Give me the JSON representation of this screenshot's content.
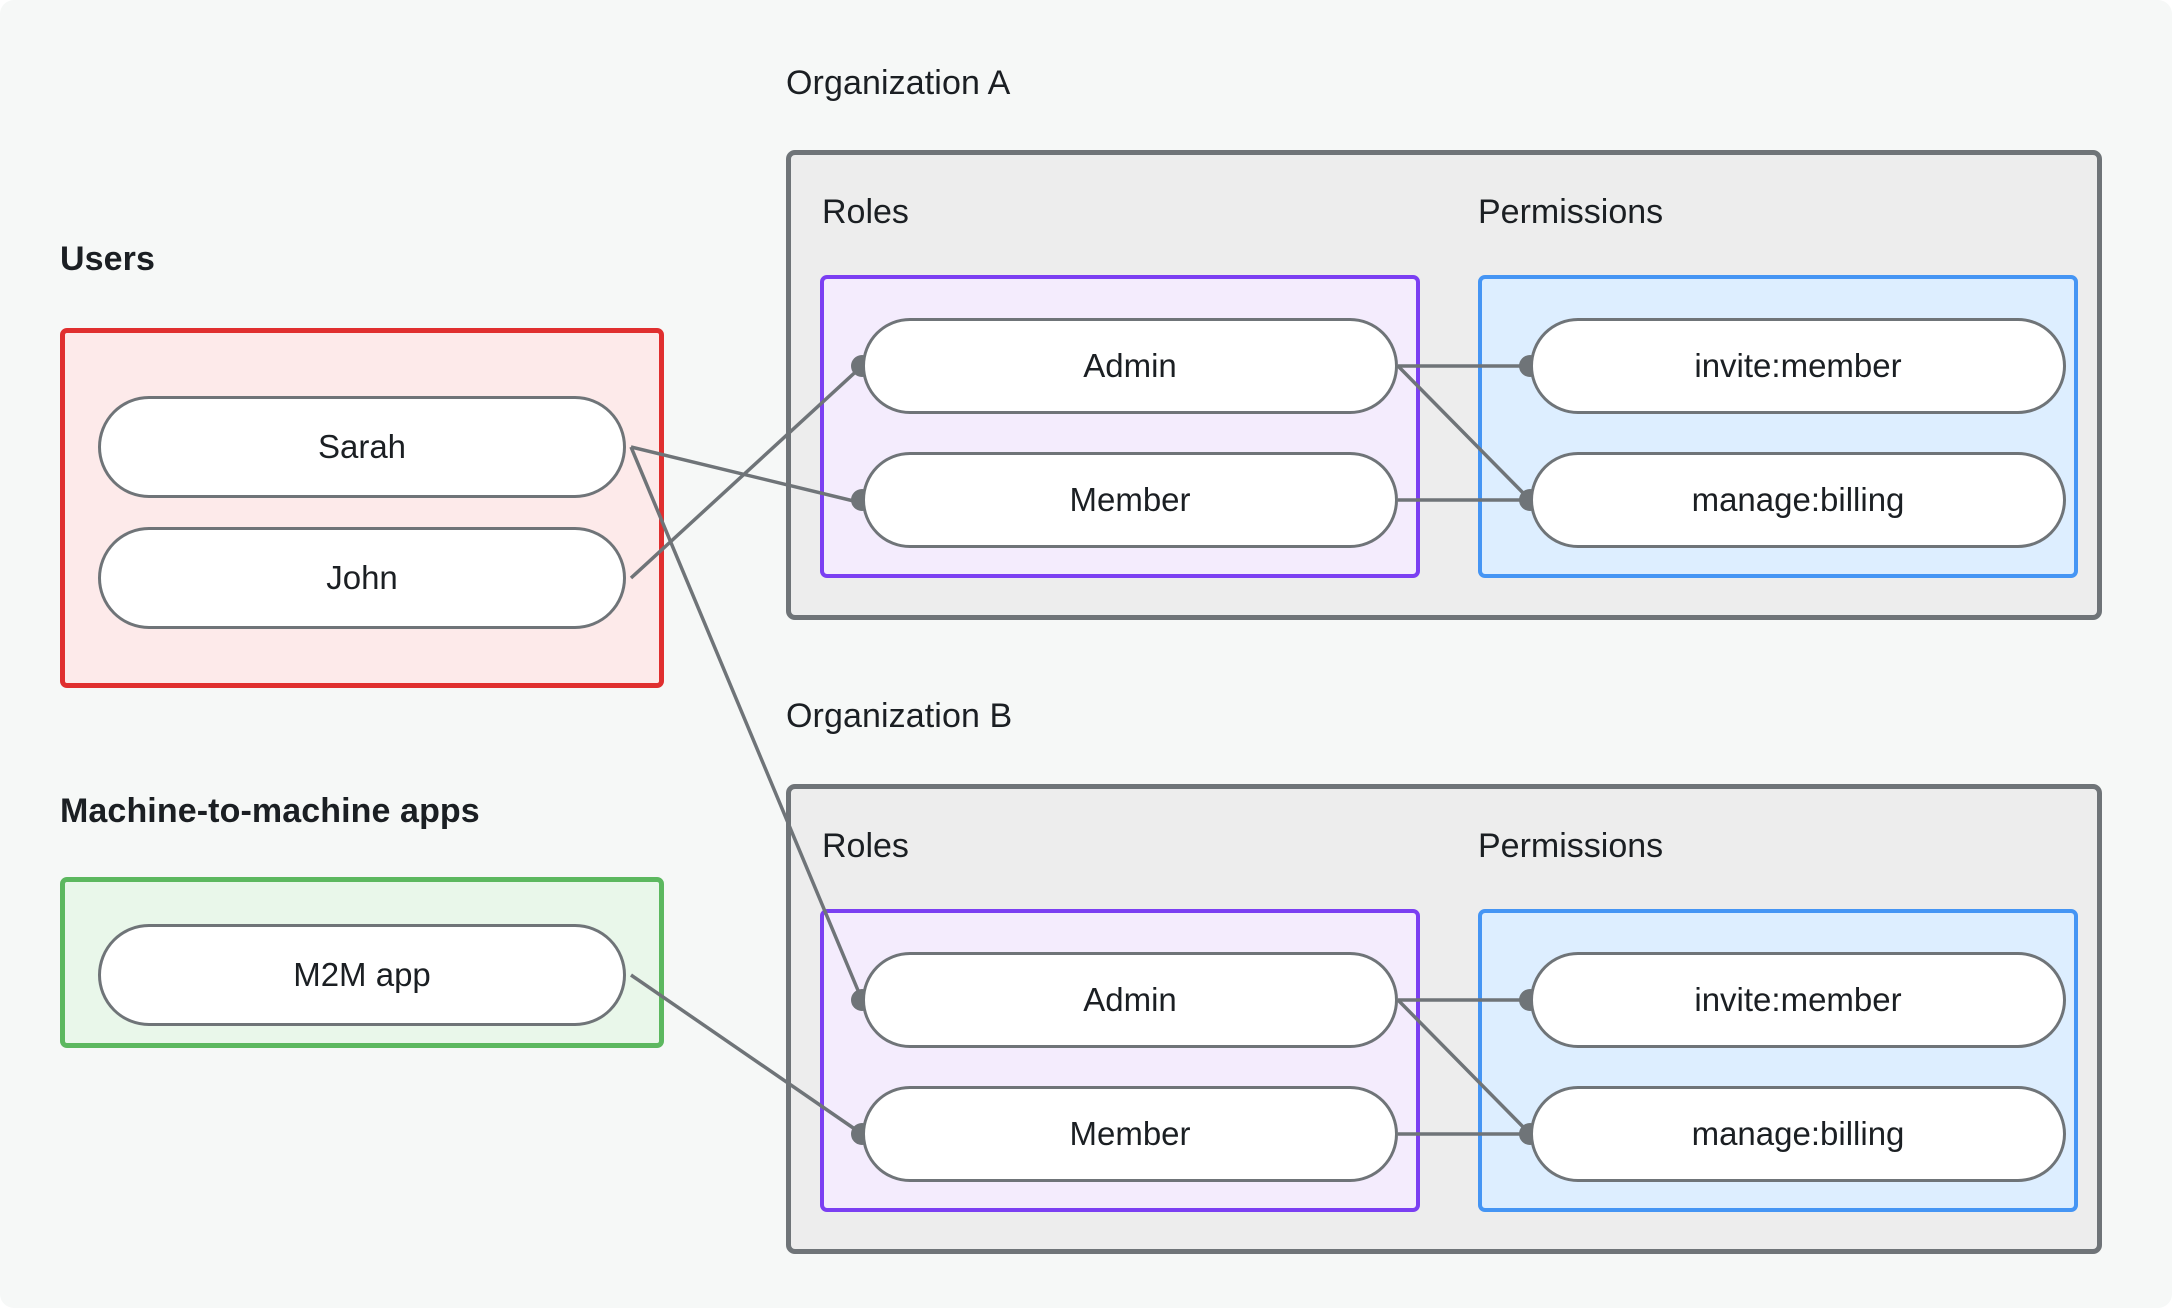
{
  "diagram": {
    "title_users": "Users",
    "title_m2m": "Machine-to-machine apps",
    "title_org_a": "Organization A",
    "title_org_b": "Organization B",
    "label_roles": "Roles",
    "label_permissions": "Permissions",
    "colors": {
      "canvas_bg": "#f6f8f7",
      "users_border": "#e02f2f",
      "users_fill": "#fdeaea",
      "m2m_border": "#5cb85f",
      "m2m_fill": "#e9f7ea",
      "org_border": "#6f7478",
      "org_fill": "#ededed",
      "roles_border": "#7b3ff2",
      "roles_fill": "#f4ecfd",
      "perms_border": "#4595f4",
      "perms_fill": "#ddeeff",
      "node_border": "#6f7478",
      "node_fill": "#ffffff",
      "edge": "#6f7478"
    }
  },
  "users": {
    "group_label": "Users",
    "nodes": [
      {
        "id": "sarah",
        "label": "Sarah"
      },
      {
        "id": "john",
        "label": "John"
      }
    ]
  },
  "m2m": {
    "group_label": "Machine-to-machine apps",
    "nodes": [
      {
        "id": "m2m-app",
        "label": "M2M app"
      }
    ]
  },
  "org_a": {
    "title": "Organization A",
    "roles_label": "Roles",
    "permissions_label": "Permissions",
    "roles": [
      {
        "id": "a-admin",
        "label": "Admin"
      },
      {
        "id": "a-member",
        "label": "Member"
      }
    ],
    "permissions": [
      {
        "id": "a-invite",
        "label": "invite:member"
      },
      {
        "id": "a-billing",
        "label": "manage:billing"
      }
    ]
  },
  "org_b": {
    "title": "Organization B",
    "roles_label": "Roles",
    "permissions_label": "Permissions",
    "roles": [
      {
        "id": "b-admin",
        "label": "Admin"
      },
      {
        "id": "b-member",
        "label": "Member"
      }
    ],
    "permissions": [
      {
        "id": "b-invite",
        "label": "invite:member"
      },
      {
        "id": "b-billing",
        "label": "manage:billing"
      }
    ]
  },
  "edges": [
    {
      "from": "sarah",
      "to": "a-member"
    },
    {
      "from": "sarah",
      "to": "b-admin"
    },
    {
      "from": "john",
      "to": "a-admin"
    },
    {
      "from": "m2m-app",
      "to": "b-member"
    },
    {
      "from": "a-admin",
      "to": "a-invite"
    },
    {
      "from": "a-admin",
      "to": "a-billing"
    },
    {
      "from": "a-member",
      "to": "a-billing"
    },
    {
      "from": "b-admin",
      "to": "b-invite"
    },
    {
      "from": "b-admin",
      "to": "b-billing"
    },
    {
      "from": "b-member",
      "to": "b-billing"
    }
  ]
}
